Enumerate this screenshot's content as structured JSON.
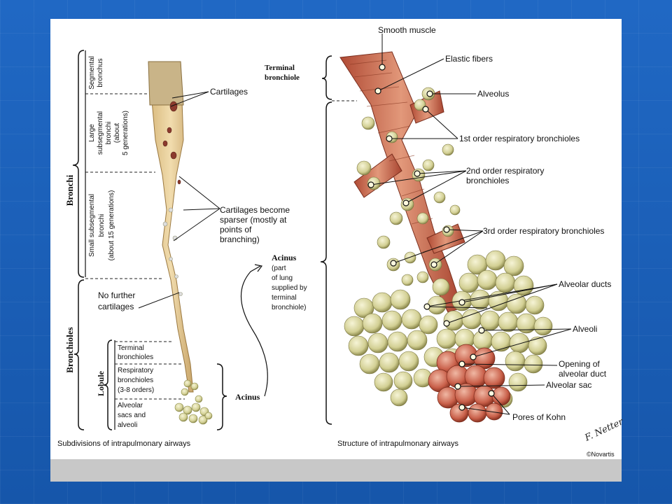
{
  "left_panel": {
    "brackets": {
      "bronchi": "Bronchi",
      "bronchioles": "Bronchioles",
      "lobule": "Lobule",
      "acinus": "Acinus"
    },
    "segments": {
      "segmental": [
        "Segmental",
        "bronchus"
      ],
      "large": [
        "Large",
        "subsegmental",
        "bronchi",
        "(about",
        "5 generations)"
      ],
      "small": [
        "Small subsegmental",
        "bronchi",
        "(about 15 generations)"
      ],
      "terminal": [
        "Terminal",
        "bronchioles"
      ],
      "respiratory": [
        "Respiratory",
        "bronchioles",
        "(3-8 orders)"
      ],
      "alveolar": [
        "Alveolar",
        "sacs and",
        "alveoli"
      ]
    },
    "labels": {
      "cartilages": "Cartilages",
      "sparser": [
        "Cartilages become",
        "sparser (mostly at",
        "points of",
        "branching)"
      ],
      "no_further": [
        "No further",
        "cartilages"
      ]
    },
    "caption": "Subdivisions of intrapulmonary airways"
  },
  "middle": {
    "acinus_title": "Acinus",
    "acinus_desc": [
      "(part",
      "of lung",
      "supplied by",
      "terminal",
      "bronchiole)"
    ]
  },
  "right_panel": {
    "terminal_bronchiole": [
      "Terminal",
      "bronchiole"
    ],
    "labels": {
      "smooth_muscle": "Smooth muscle",
      "elastic_fibers": "Elastic fibers",
      "alveolus": "Alveolus",
      "first_order": "1st order respiratory bronchioles",
      "second_order": [
        "2nd order respiratory",
        "bronchioles"
      ],
      "third_order": "3rd order respiratory bronchioles",
      "alveolar_ducts": "Alveolar ducts",
      "alveoli": "Alveoli",
      "opening": [
        "Opening of",
        "alveolar duct"
      ],
      "alveolar_sac": "Alveolar sac",
      "pores": "Pores of Kohn"
    },
    "caption": "Structure of intrapulmonary airways",
    "signature": "F. Netter",
    "copyright": "©Novartis"
  },
  "colors": {
    "background": "#1b5fb8",
    "tissue": "#c8705a",
    "alveoli": "#d8d6a0",
    "sac": "#c9604a"
  }
}
